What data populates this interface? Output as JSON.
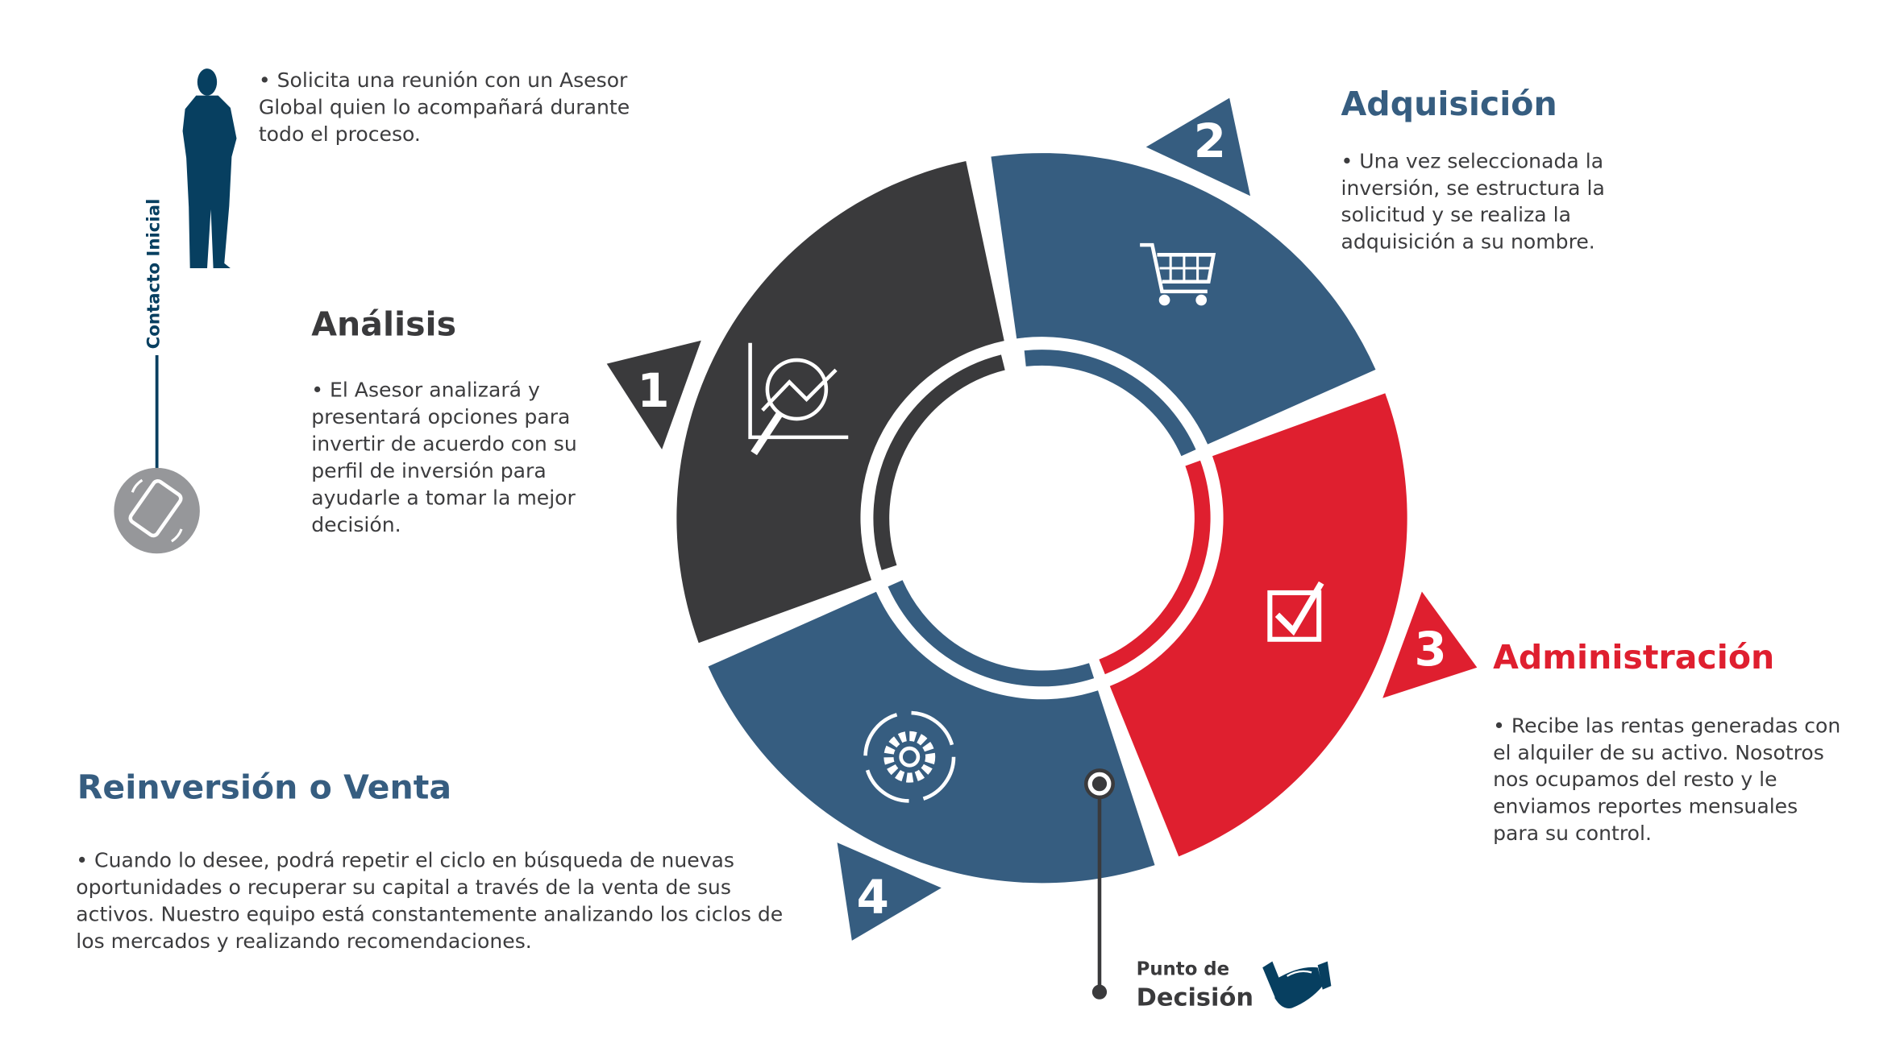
{
  "contact": {
    "label": "Contacto Inicial",
    "text": "•  Solicita una reunión con un Asesor Global quien lo acompañará durante todo el proceso."
  },
  "steps": [
    {
      "number": "1",
      "title": "Análisis",
      "text": "•  El Asesor analizará y presentará opciones para invertir de acuerdo con su perfil de inversión para ayudarle a tomar la mejor decisión.",
      "color": "#3a3a3c",
      "icon": "analytics-magnifier-icon"
    },
    {
      "number": "2",
      "title": "Adquisición",
      "text": "•  Una vez seleccionada la inversión, se estructura la solicitud y se realiza la adquisición a su nombre.",
      "color": "#365d80",
      "icon": "shopping-cart-icon"
    },
    {
      "number": "3",
      "title": "Administración",
      "text": "•  Recibe las rentas generadas con el alquiler de su activo. Nosotros nos ocupamos del resto y le enviamos reportes mensuales para su control.",
      "color": "#df1f2f",
      "icon": "checkbox-icon"
    },
    {
      "number": "4",
      "title": "Reinversión o Venta",
      "text": "•  Cuando lo desee, podrá repetir el ciclo en búsqueda de nuevas oportunidades o recuperar su capital a través de la venta de sus activos. Nuestro equipo está constantemente analizando los ciclos de los mercados y realizando recomendaciones.",
      "color": "#365d80",
      "icon": "gear-cycle-icon"
    }
  ],
  "decision": {
    "line1": "Punto de",
    "line2": "Decisión"
  },
  "colors": {
    "navy": "#073f60",
    "gray": "#96979a"
  }
}
